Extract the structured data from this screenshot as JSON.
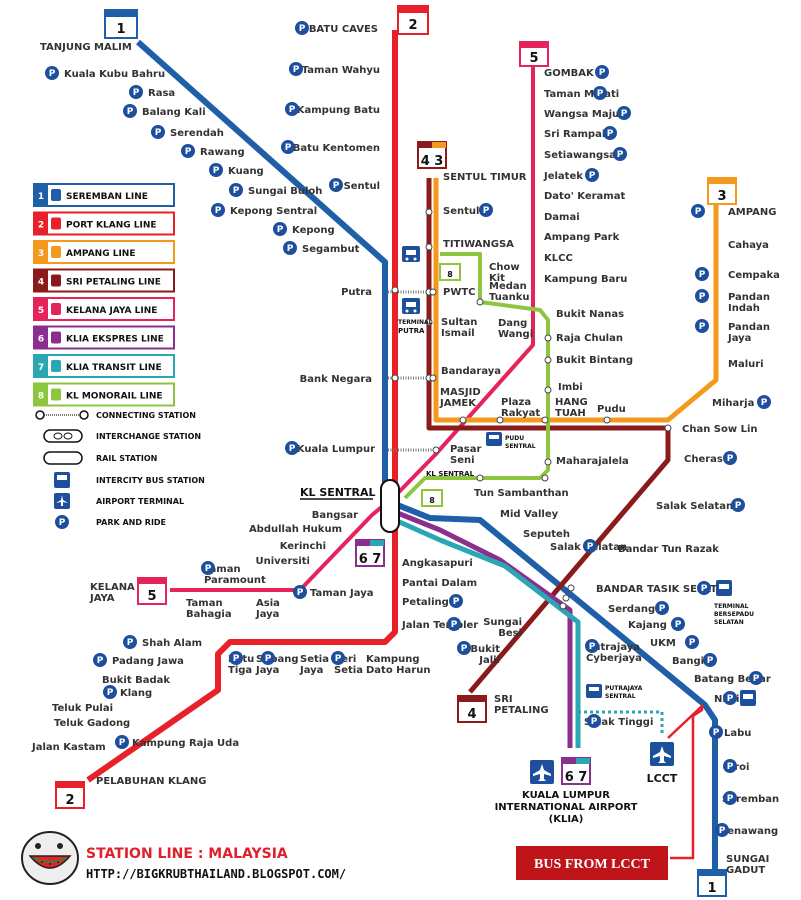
{
  "map": {
    "title": "STATION LINE : MALAYSIA",
    "url": "HTTP://BIGKRUBTHAILAND.BLOGSPOT.COM/",
    "bus_note": "BUS FROM LCCT",
    "p_symbol": "P",
    "kl_sentral": "KL SENTRAL",
    "klia": [
      "KUALA LUMPUR",
      "INTERNATIONAL AIRPORT",
      "(KLIA)"
    ],
    "lcct": "LCCT",
    "terminal_putra": [
      "TERMINAL",
      "PUTRA"
    ],
    "pudu_sentral": [
      "PUDU",
      "SENTRAL"
    ],
    "putrajaya_sentral": [
      "PUTRAJAYA",
      "SENTRAL"
    ],
    "tbs": [
      "TERMINAL",
      "BERSEPADU",
      "SELATAN"
    ],
    "kl_sentral_small": "KL SENTRAL",
    "colors": {
      "line1": "#1f5fa8",
      "line2": "#e8202a",
      "line3": "#f39a1e",
      "line4": "#8b1a1a",
      "line5": "#e5245c",
      "line6": "#8b2f8f",
      "line7": "#2aa7b3",
      "line8": "#8cc63f",
      "park": "#1d4f9c"
    }
  },
  "legend": {
    "lines": [
      {
        "num": "1",
        "label": "SEREMBAN LINE",
        "color": "#1f5fa8"
      },
      {
        "num": "2",
        "label": "PORT KLANG LINE",
        "color": "#e8202a"
      },
      {
        "num": "3",
        "label": "AMPANG LINE",
        "color": "#f39a1e"
      },
      {
        "num": "4",
        "label": "SRI PETALING LINE",
        "color": "#8b1a1a"
      },
      {
        "num": "5",
        "label": "KELANA JAYA LINE",
        "color": "#e5245c"
      },
      {
        "num": "6",
        "label": "KLIA EKSPRES LINE",
        "color": "#8b2f8f"
      },
      {
        "num": "7",
        "label": "KLIA TRANSIT LINE",
        "color": "#2aa7b3"
      },
      {
        "num": "8",
        "label": "KL MONORAIL LINE",
        "color": "#8cc63f"
      }
    ],
    "symbols": [
      "CONNECTING STATION",
      "INTERCHANGE STATION",
      "RAIL STATION",
      "INTERCITY BUS STATION",
      "AIRPORT TERMINAL",
      "PARK AND RIDE"
    ]
  },
  "stations": {
    "line1": [
      "TANJUNG MALIM",
      "Kuala Kubu Bahru",
      "Rasa",
      "Balang Kali",
      "Serendah",
      "Rawang",
      "Kuang",
      "Sungai Buloh",
      "Kepong Sentral",
      "Kepong",
      "Segambut",
      "Putra",
      "Bank Negara",
      "Kuala Lumpur",
      "Mid Valley",
      "Seputeh",
      "Salak Selatan",
      "BANDAR TASIK SELATAN",
      "Serdang",
      "Kajang",
      "UKM",
      "Bangi",
      "Batang Benar",
      "Nilai",
      "Labu",
      "Tiroi",
      "Seremban",
      "Senawang",
      "SUNGAI GADUT"
    ],
    "line2": [
      "BATU CAVES",
      "Taman Wahyu",
      "Kampung Batu",
      "Batu Kentomen",
      "Sentul",
      "Angkasapuri",
      "Pantai Dalam",
      "Petaling",
      "Jalan Templer",
      "Kampung Dato Harun",
      "Seri Setia",
      "Setia Jaya",
      "Subang Jaya",
      "Batu Tiga",
      "Shah Alam",
      "Padang Jawa",
      "Bukit Badak",
      "Klang",
      "Teluk Pulai",
      "Teluk Gadong",
      "Kampung Raja Uda",
      "Jalan Kastam",
      "PELABUHAN KLANG"
    ],
    "line34": [
      "SENTUL TIMUR",
      "Sentul",
      "TITIWANGSA",
      "PWTC",
      "Sultan Ismail",
      "Bandaraya",
      "MASJID JAMEK",
      "Plaza Rakyat",
      "HANG TUAH",
      "Pudu",
      "Chan Sow Lin",
      "AMPANG",
      "Cahaya",
      "Cempaka",
      "Pandan Indah",
      "Pandan Jaya",
      "Maluri",
      "Miharja",
      "Cheras",
      "Salak Selatan",
      "Bandar Tun Razak",
      "Sungai Besi",
      "Bukit Jalil",
      "SRI PETALING"
    ],
    "line5": [
      "GOMBAK",
      "Taman Melati",
      "Wangsa Maju",
      "Sri Rampai",
      "Setiawangsa",
      "Jelatek",
      "Dato' Keramat",
      "Damai",
      "Ampang Park",
      "KLCC",
      "Kampung Baru",
      "Dang Wangi",
      "Pasar Seni",
      "Bangsar",
      "Abdullah Hukum",
      "Kerinchi",
      "Universiti",
      "Taman Jaya",
      "Asia Jaya",
      "Taman Paramount",
      "Taman Bahagia",
      "KELANA JAYA"
    ],
    "line8": [
      "Chow Kit",
      "Medan Tuanku",
      "Bukit Nanas",
      "Raja Chulan",
      "Bukit Bintang",
      "Imbi",
      "Maharajalela",
      "Tun Sambanthan"
    ],
    "line67": [
      "Putrajaya Cyberjaya",
      "Salak Tinggi"
    ]
  }
}
